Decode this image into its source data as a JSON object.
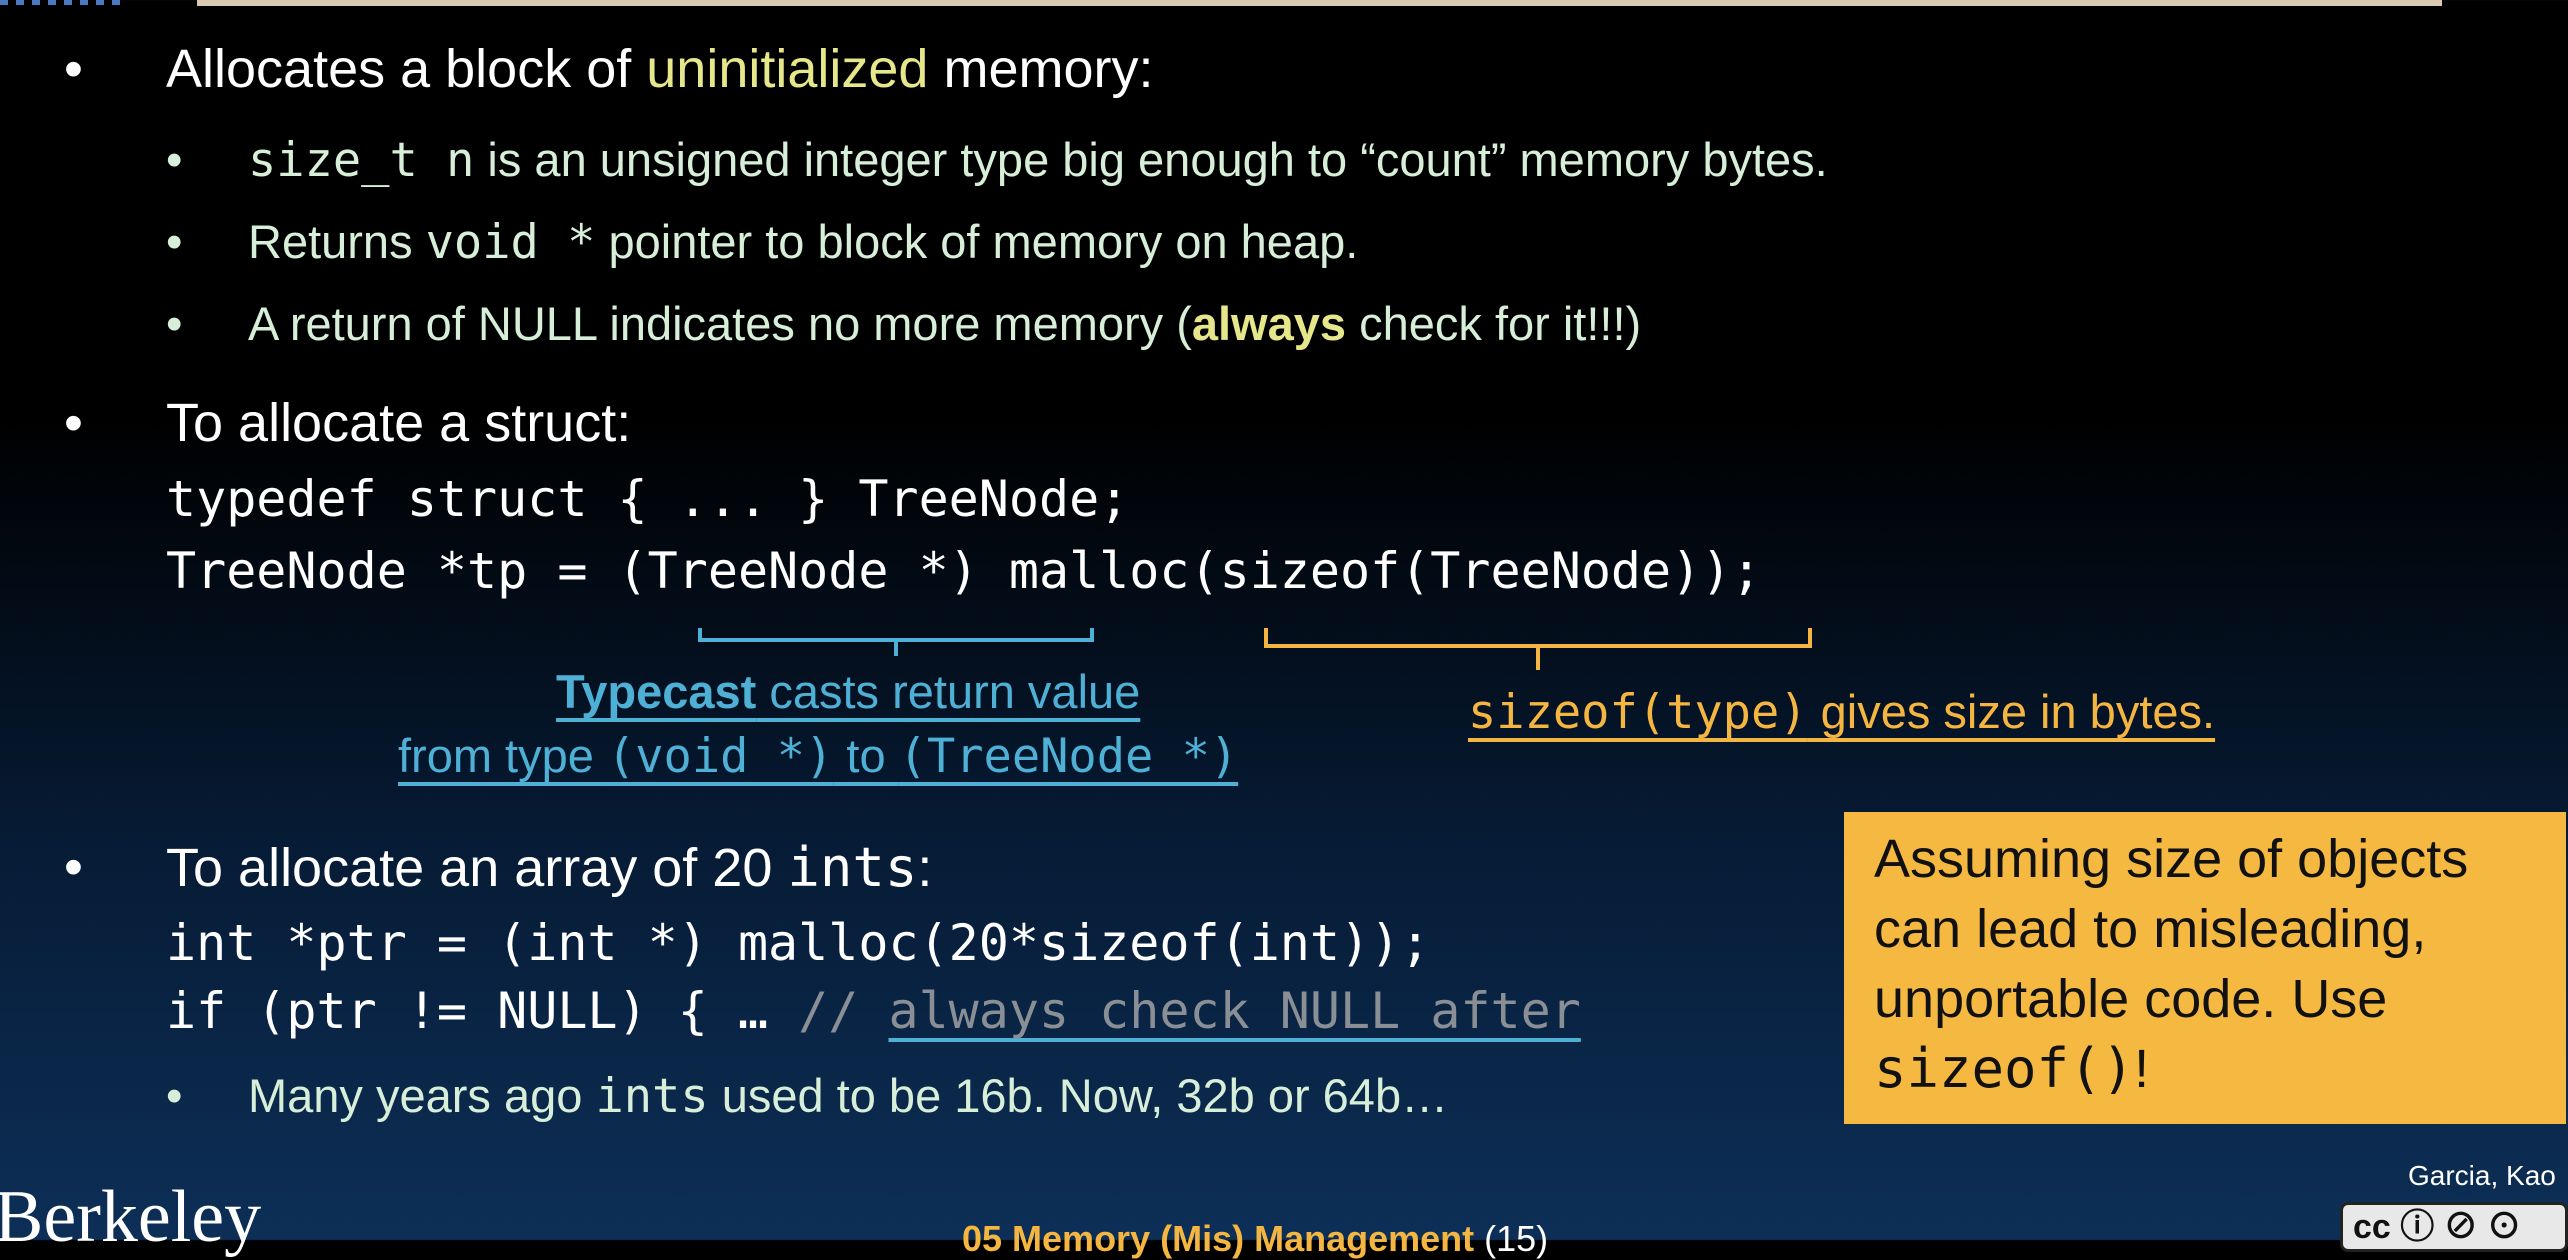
{
  "bullets": {
    "b1": {
      "pre": "Allocates a block of ",
      "highlight": "uninitialized",
      "post": " memory:",
      "subs": {
        "s1": {
          "code": "size_t n",
          "text": " is an unsigned integer type big enough to “count” memory bytes."
        },
        "s2": {
          "pre": "Returns ",
          "code": "void *",
          "post": " pointer to block of memory on heap."
        },
        "s3": {
          "pre": "A return of NULL indicates no more memory (",
          "bold": "always",
          "post": " check for it!!!)"
        }
      }
    },
    "b2": {
      "text": "To allocate a struct:",
      "code1": "typedef struct { ... } TreeNode;",
      "code2": "TreeNode *tp = (TreeNode *) malloc(sizeof(TreeNode));",
      "typecast": {
        "bold": "Typecast",
        "line1": " casts return value",
        "line2_pre": "from type ",
        "line2_code1": "(void *)",
        "line2_mid": " to ",
        "line2_code2": "(TreeNode *)"
      },
      "sizeof": {
        "code": "sizeof(type)",
        "text": " gives size in bytes."
      }
    },
    "b3": {
      "pre": "To allocate an array of 20 ",
      "code_word": "ints",
      "post": ":",
      "code1": "int *ptr = (int *) malloc(20*sizeof(int));",
      "code2_pre": "if (ptr != NULL) { … ",
      "code2_comment_pre": "// ",
      "code2_comment": "always check NULL after",
      "sub": {
        "pre": "Many years ago ",
        "code": "ints",
        "post": " used to be 16b. Now, 32b or 64b…"
      }
    }
  },
  "callout": {
    "line1": "Assuming size of objects",
    "line2": "can lead to misleading,",
    "line3": "unportable code. Use",
    "line4_code": "sizeof()",
    "line4_post": "!"
  },
  "footer": {
    "logo": "Berkeley",
    "lecture": "05 Memory (Mis) Management",
    "page": " (15)",
    "authors": "Garcia, Kao",
    "license": "cc  ⓘ ⊘ ⊙"
  },
  "bullet_char": "•",
  "colors": {
    "highlight": "#e6e68a",
    "cyan": "#4fb0d6",
    "orange": "#f5b541",
    "callout_bg": "#f5b941"
  }
}
